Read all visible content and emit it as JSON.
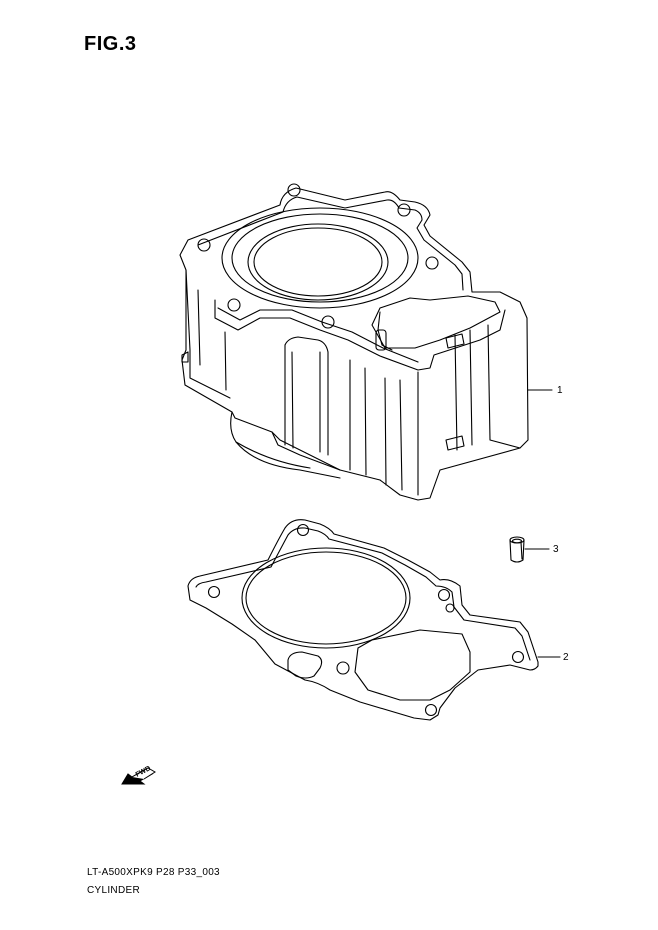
{
  "figure": {
    "title": "FIG.3"
  },
  "parts": [
    {
      "ref": "1",
      "part": "cylinder"
    },
    {
      "ref": "2",
      "part": "gasket"
    },
    {
      "ref": "3",
      "part": "dowel-pin"
    }
  ],
  "direction_marker": {
    "icon": "fwd-arrow-icon",
    "label": "FWD"
  },
  "footer": {
    "diagram_code": "LT-A500XPK9 P28 P33_003",
    "diagram_name": "CYLINDER"
  }
}
